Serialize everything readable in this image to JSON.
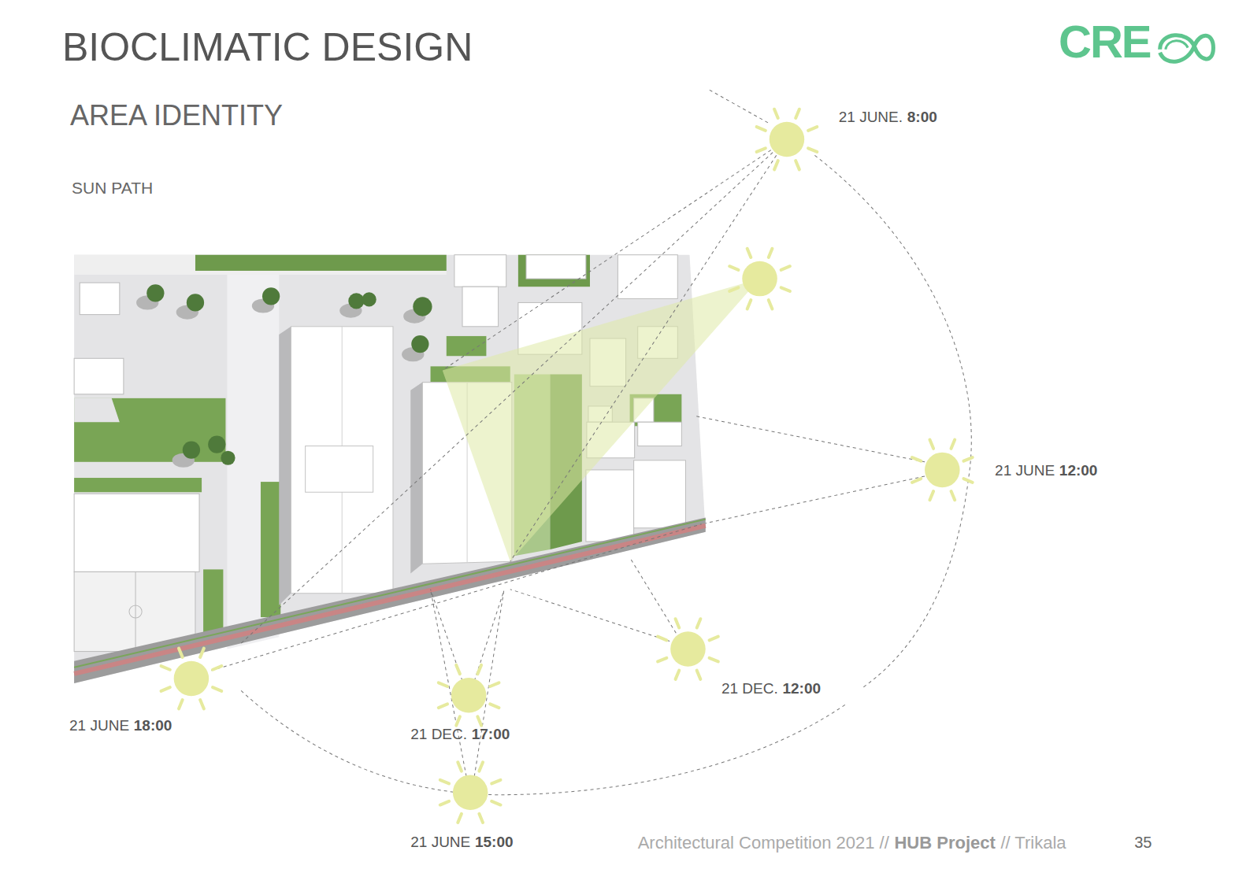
{
  "diagram": {
    "title": "BIOCLIMATIC DESIGN",
    "labels": [
      "AREA IDENTITY",
      "SUN PATH",
      "21 JUNE.",
      "8:00",
      "21 JUNE",
      "12:00",
      "21 DEC.",
      "12:00",
      "21 JUNE",
      "18:00",
      "21 DEC.",
      "17:00",
      "21 JUNE",
      "15:00",
      "Architectural Competition 2021 //",
      "HUB Project",
      "// Trikala",
      "35",
      "CRE"
    ]
  }
}
